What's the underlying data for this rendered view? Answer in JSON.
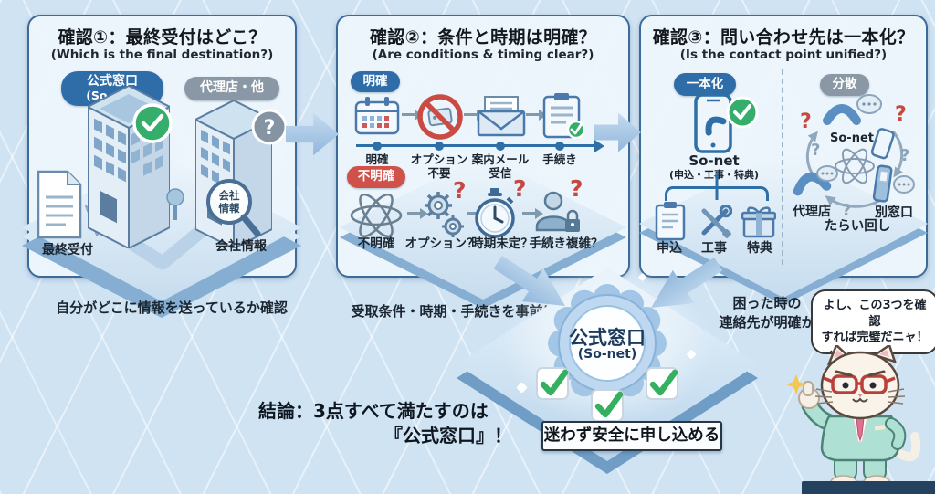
{
  "colors": {
    "background": "#cfe3f3",
    "accent_blue": "#2f6fa8",
    "pill_gray": "#8a98a5",
    "alert_red": "#d0504a",
    "check_green": "#35ae6b",
    "panel_border": "#3c6b99"
  },
  "icons": {
    "question_mark": "?"
  },
  "panel1": {
    "title": "確認①：最終受付はどこ？",
    "subtitle": "(Which is the final destination?)",
    "pill_official_line1": "公式窓口",
    "pill_official_line2": "(So-net)",
    "pill_agency": "代理店・他",
    "doc_label": "最終受付",
    "magnifier_line1": "会社",
    "magnifier_line2": "情報",
    "company_label": "会社情報",
    "caption": "自分がどこに情報を送っているか確認"
  },
  "panel2": {
    "title": "確認②：条件と時期は明確？",
    "subtitle": "(Are conditions & timing clear?)",
    "pill_clear": "明確",
    "pill_unclear": "不明確",
    "steps_clear": [
      {
        "l1": "明確",
        "l2": ""
      },
      {
        "l1": "オプション",
        "l2": "不要"
      },
      {
        "l1": "案内メール",
        "l2": "受信"
      },
      {
        "l1": "手続き",
        "l2": ""
      }
    ],
    "steps_unclear": [
      "不明確",
      "オプション？",
      "時期未定？",
      "手続き複雑？"
    ],
    "caption": "受取条件・時期・手続きを事前に把握"
  },
  "panel3": {
    "title": "確認③：問い合わせ先は一本化？",
    "subtitle": "(Is the contact point unified?)",
    "pill_unified": "一本化",
    "pill_scattered": "分散",
    "sonet_label": "So-net",
    "sonet_sub": "(申込・工事・特典)",
    "item_apply": "申込",
    "item_construction": "工事",
    "item_benefit": "特典",
    "scatter_sonet": "So-net",
    "scatter_agency": "代理店",
    "scatter_other": "別窓口",
    "scatter_runaround": "たらい回し",
    "caption_line1": "困った時の",
    "caption_line2": "連絡先が明確か"
  },
  "center": {
    "badge_line1": "公式窓口",
    "badge_line2": "(So-net)",
    "ribbon": "迷わず安全に申し込める"
  },
  "conclusion": {
    "line1": "結論：3点すべて満たすのは",
    "line2": "『公式窓口』！"
  },
  "cat": {
    "speech_line1": "よし、この3つを確認",
    "speech_line2": "すれば完璧だニャ！"
  }
}
